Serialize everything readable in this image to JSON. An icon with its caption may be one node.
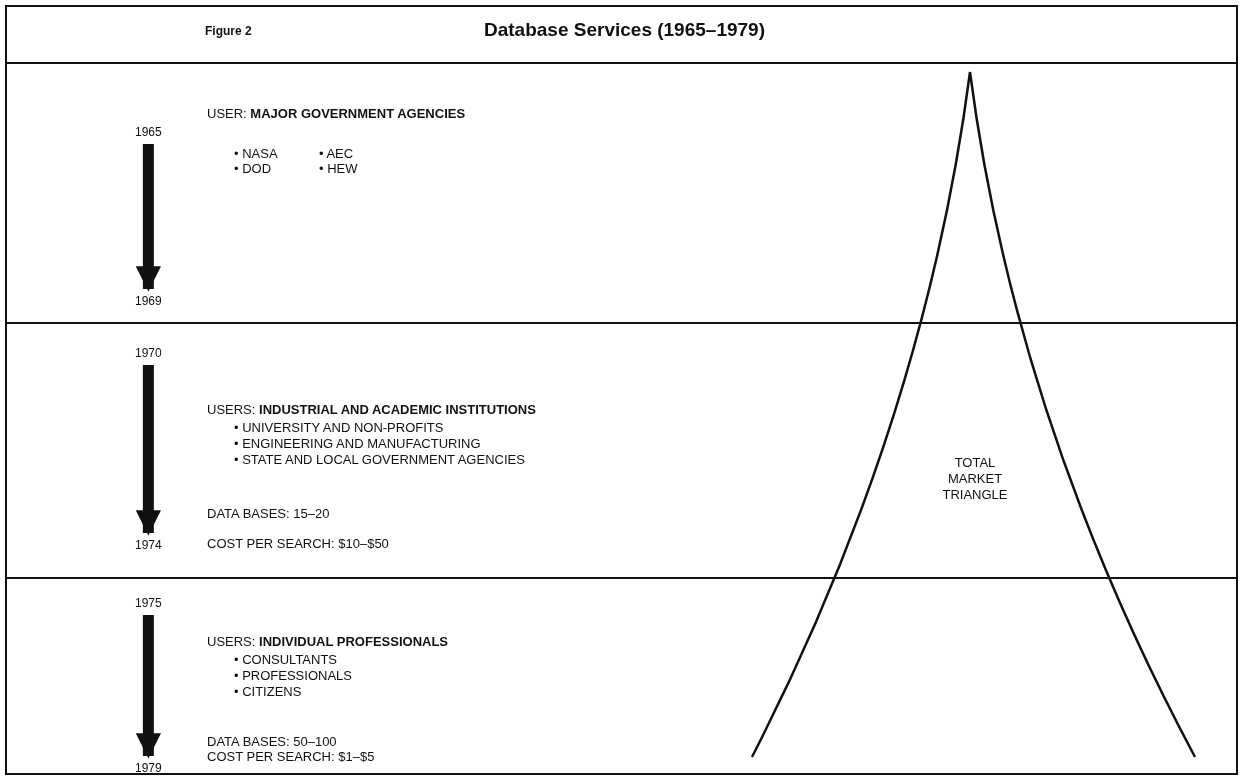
{
  "diagram": {
    "title": "Database Services (1965–1979)",
    "nodes": [
      {
        "text": [
          "USER: **MAJOR GOVERNMENT AGENCIES**",
          "• NASA",
          "• AEC",
          "• DOD",
          "• HEW"
        ]
      },
      {
        "text": [
          "1965"
        ],
        "in": 0
      },
      {
        "text": [
          "1969"
        ],
        "in": 0
      },
      {
        "text": [
          "USERS: **INDUSTRIAL AND ACADEMIC INSTITUTIONS**",
          "• UNIVERSITY AND NON-PROFITS",
          "• ENGINEERING AND MANUFACTURING",
          "• STATE AND LOCAL GOVERNMENT AGENCIES",
          "DATA BASES: 15–20",
          "COST PER SEARCH: $10–$50"
        ]
      },
      {
        "text": [
          "1970"
        ],
        "in": 3
      },
      {
        "text": [
          "1974"
        ],
        "in": 3
      },
      {
        "text": [
          "USERS: **INDIVIDUAL PROFESSIONALS**",
          "• CONSULTANTS",
          "• PROFESSIONALS",
          "• CITIZENS",
          "DATA BASES: 50–100",
          "COST PER SEARCH: $1–$5"
        ]
      },
      {
        "text": [
          "1975"
        ],
        "in": 6
      },
      {
        "text": [
          "1979"
        ],
        "in": 6
      }
    ],
    "edges": [
      {
        "from": 1,
        "to": 2,
        "arrow": "to"
      },
      {
        "from": 4,
        "to": 5,
        "arrow": "to"
      },
      {
        "from": 7,
        "to": 8,
        "arrow": "to"
      }
    ],
    "labels": [
      "Figure 2",
      "TOTAL MARKET TRIANGLE"
    ]
  }
}
